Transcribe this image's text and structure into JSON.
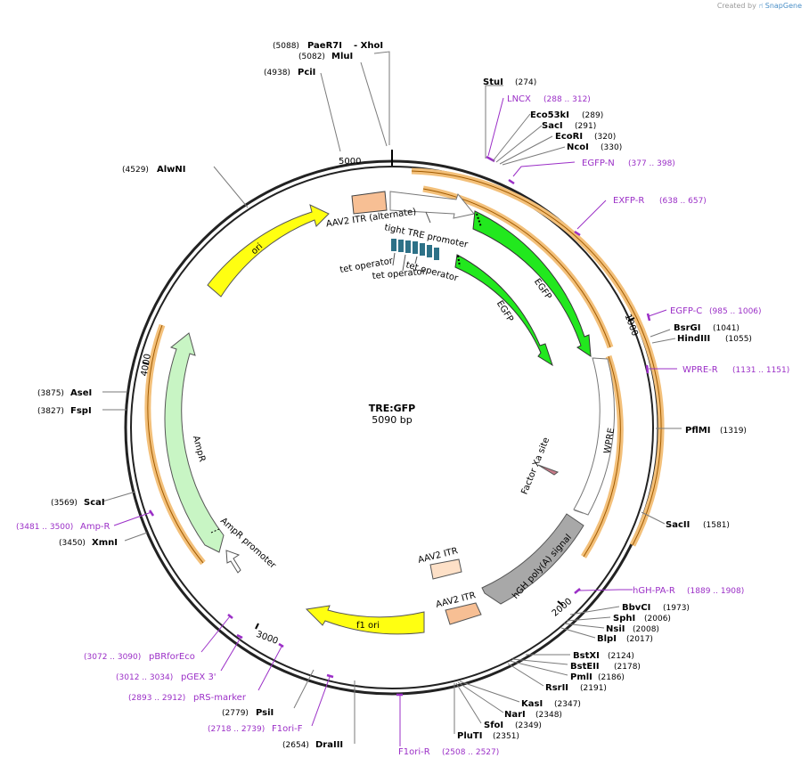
{
  "credit": {
    "prefix": "Created by",
    "brand": "SnapGene"
  },
  "plasmid": {
    "name": "TRE:GFP",
    "size": "5090 bp",
    "length": 5090
  },
  "ticks": [
    {
      "bp": 1000,
      "label": "1000"
    },
    {
      "bp": 2000,
      "label": "2000"
    },
    {
      "bp": 3000,
      "label": "3000"
    },
    {
      "bp": 4000,
      "label": "4000"
    },
    {
      "bp": 5000,
      "label": "5000"
    }
  ],
  "enzymes": [
    {
      "name": "PaeR7I",
      "pos": "(5088)"
    },
    {
      "name": "- XhoI",
      "pos": ""
    },
    {
      "name": "MluI",
      "pos": "(5082)"
    },
    {
      "name": "PciI",
      "pos": "(4938)"
    },
    {
      "name": "AlwNI",
      "pos": "(4529)"
    },
    {
      "name": "StuI",
      "pos": "(274)"
    },
    {
      "name": "Eco53kI",
      "pos": "(289)"
    },
    {
      "name": "SacI",
      "pos": "(291)"
    },
    {
      "name": "EcoRI",
      "pos": "(320)"
    },
    {
      "name": "NcoI",
      "pos": "(330)"
    },
    {
      "name": "BsrGI",
      "pos": "(1041)"
    },
    {
      "name": "HindIII",
      "pos": "(1055)"
    },
    {
      "name": "PflMI",
      "pos": "(1319)"
    },
    {
      "name": "SacII",
      "pos": "(1581)"
    },
    {
      "name": "BbvCI",
      "pos": "(1973)"
    },
    {
      "name": "SphI",
      "pos": "(2006)"
    },
    {
      "name": "NsiI",
      "pos": "(2008)"
    },
    {
      "name": "BlpI",
      "pos": "(2017)"
    },
    {
      "name": "BstXI",
      "pos": "(2124)"
    },
    {
      "name": "BstEII",
      "pos": "(2178)"
    },
    {
      "name": "PmlI",
      "pos": "(2186)"
    },
    {
      "name": "RsrII",
      "pos": "(2191)"
    },
    {
      "name": "KasI",
      "pos": "(2347)"
    },
    {
      "name": "NarI",
      "pos": "(2348)"
    },
    {
      "name": "SfoI",
      "pos": "(2349)"
    },
    {
      "name": "PluTI",
      "pos": "(2351)"
    },
    {
      "name": "DraIII",
      "pos": "(2654)"
    },
    {
      "name": "PsiI",
      "pos": "(2779)"
    },
    {
      "name": "XmnI",
      "pos": "(3450)"
    },
    {
      "name": "ScaI",
      "pos": "(3569)"
    },
    {
      "name": "FspI",
      "pos": "(3827)"
    },
    {
      "name": "AseI",
      "pos": "(3875)"
    }
  ],
  "primers": [
    {
      "name": "LNCX",
      "pos": "(288 .. 312)"
    },
    {
      "name": "EGFP-N",
      "pos": "(377 .. 398)"
    },
    {
      "name": "EXFP-R",
      "pos": "(638 .. 657)"
    },
    {
      "name": "EGFP-C",
      "pos": "(985 .. 1006)"
    },
    {
      "name": "WPRE-R",
      "pos": "(1131 .. 1151)"
    },
    {
      "name": "hGH-PA-R",
      "pos": "(1889 .. 1908)"
    },
    {
      "name": "F1ori-R",
      "pos": "(2508 .. 2527)"
    },
    {
      "name": "F1ori-F",
      "pos": "(2718 .. 2739)"
    },
    {
      "name": "pRS-marker",
      "pos": "(2893 .. 2912)"
    },
    {
      "name": "pGEX 3'",
      "pos": "(3012 .. 3034)"
    },
    {
      "name": "pBRforEco",
      "pos": "(3072 .. 3090)"
    },
    {
      "name": "Amp-R",
      "pos": "(3481 .. 3500)"
    }
  ],
  "features": [
    {
      "name": "AAV2 ITR (alternate)"
    },
    {
      "name": "tight TRE promoter"
    },
    {
      "name": "tet operator"
    },
    {
      "name": "tet operator"
    },
    {
      "name": "tet operator"
    },
    {
      "name": "EGFP"
    },
    {
      "name": "EGFP"
    },
    {
      "name": "WPRE"
    },
    {
      "name": "Factor Xa site"
    },
    {
      "name": "hGH poly(A) signal"
    },
    {
      "name": "AAV2 ITR"
    },
    {
      "name": "AAV2 ITR"
    },
    {
      "name": "f1 ori"
    },
    {
      "name": "AmpR"
    },
    {
      "name": "AmpR promoter"
    },
    {
      "name": "ori"
    }
  ],
  "colors": {
    "backbone": "#222222",
    "enzyme_line": "#7a7a7a",
    "primer": "#9b2fc7",
    "orf_fill": "#f3c07a",
    "orf_line": "#a05a00",
    "egfp": "#22e81e",
    "wpre": "#ffffff",
    "polyA": "#a8a8a8",
    "itr": "#f7bf94",
    "itr_light": "#fde0c7",
    "ori": "#ffff11",
    "ampr": "#c8f5c4",
    "operator": "#2d7187",
    "xa": "#c77a88"
  }
}
